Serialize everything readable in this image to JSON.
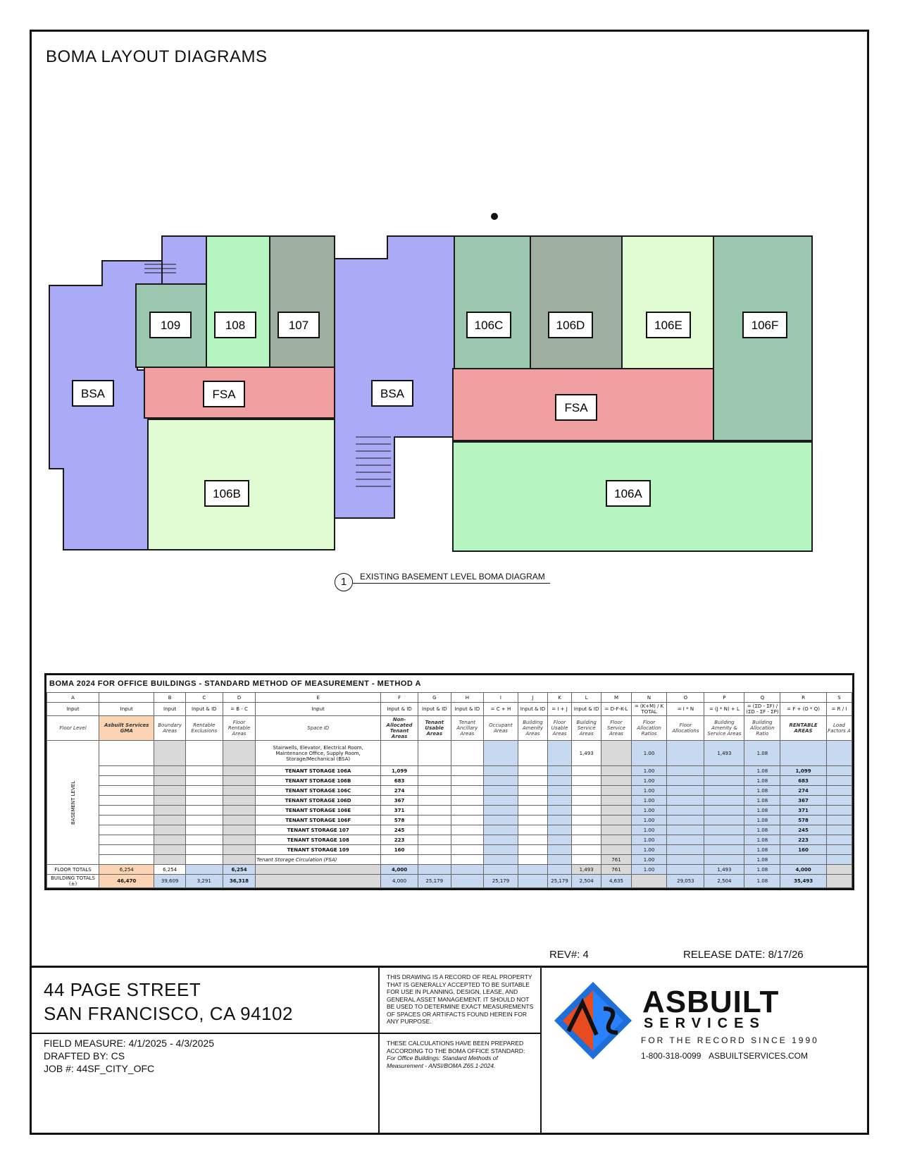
{
  "page_title": "BOMA LAYOUT DIAGRAMS",
  "plan": {
    "rooms": {
      "r109": "109",
      "r108": "108",
      "r107": "107",
      "r106c": "106C",
      "r106d": "106D",
      "r106e": "106E",
      "r106f": "106F",
      "r106b": "106B",
      "r106a": "106A",
      "bsa_left": "BSA",
      "bsa_mid": "BSA",
      "fsa_left": "FSA",
      "fsa_right": "FSA"
    },
    "caption_number": "1",
    "caption_text": "EXISTING BASEMENT LEVEL BOMA DIAGRAM",
    "colors": {
      "bsa": "#aaaaf6",
      "fsa": "#f0a0a0",
      "dark_green": "#9ac7ad",
      "grey_green": "#9faf9f",
      "light_green": "#b6f5c2",
      "pale_green": "#e1fbd3"
    }
  },
  "table": {
    "title": "BOMA 2024 FOR OFFICE BUILDINGS - STANDARD METHOD OF MEASUREMENT - METHOD A",
    "letters": [
      "A",
      "",
      "B",
      "C",
      "D",
      "E",
      "F",
      "G",
      "H",
      "I",
      "J",
      "K",
      "L",
      "M",
      "N",
      "O",
      "P",
      "Q",
      "R",
      "S"
    ],
    "formulas": [
      "Input",
      "Input",
      "Input",
      "Input & ID",
      "= B - C",
      "Input",
      "Input & ID",
      "Input & ID",
      "Input & ID",
      "= C + H",
      "Input & ID",
      "= I + J",
      "Input & ID",
      "= D-F-K-L",
      "= (K+M) / K TOTAL",
      "= I * N",
      "= (J * N) + L",
      "= (ΣD - ΣF) / (ΣD - ΣF - ΣP)",
      "= F + (O * Q)",
      "= R / I"
    ],
    "labels": [
      "Floor Level",
      "Asbuilt Services GMA",
      "Boundary Areas",
      "Rentable Exclusions",
      "Floor Rentable Areas",
      "Space ID",
      "Non-Allocated Tenant Areas",
      "Tenant Usable Areas",
      "Tenant Ancillary Areas",
      "Occupant Areas",
      "Building Amenity Areas",
      "Floor Usable Areas",
      "Building Service Areas",
      "Floor Service Areas",
      "Floor Allocation Ratios",
      "Floor Allocations",
      "Building Amenity & Service Areas",
      "Building Allocation Ratio",
      "RENTABLE AREAS",
      "Load Factors A"
    ],
    "level_label": "BASEMENT LEVEL",
    "first_row": {
      "space": "Stairwells, Elevator, Electrical Room, Maintenance Office, Supply Room, Storage/Mechanical (BSA)",
      "L": "1,493",
      "N": "1.00",
      "P": "1,493",
      "Q": "1.08"
    },
    "tenant_rows": [
      {
        "space": "TENANT STORAGE 106A",
        "F": "1,099",
        "N": "1.00",
        "Q": "1.08",
        "R": "1,099"
      },
      {
        "space": "TENANT STORAGE 106B",
        "F": "683",
        "N": "1.00",
        "Q": "1.08",
        "R": "683"
      },
      {
        "space": "TENANT STORAGE 106C",
        "F": "274",
        "N": "1.00",
        "Q": "1.08",
        "R": "274"
      },
      {
        "space": "TENANT STORAGE 106D",
        "F": "367",
        "N": "1.00",
        "Q": "1.08",
        "R": "367"
      },
      {
        "space": "TENANT STORAGE 106E",
        "F": "371",
        "N": "1.00",
        "Q": "1.08",
        "R": "371"
      },
      {
        "space": "TENANT STORAGE 106F",
        "F": "578",
        "N": "1.00",
        "Q": "1.08",
        "R": "578"
      },
      {
        "space": "TENANT STORAGE 107",
        "F": "245",
        "N": "1.00",
        "Q": "1.08",
        "R": "245"
      },
      {
        "space": "TENANT STORAGE 108",
        "F": "223",
        "N": "1.00",
        "Q": "1.08",
        "R": "223"
      },
      {
        "space": "TENANT STORAGE 109",
        "F": "160",
        "N": "1.00",
        "Q": "1.08",
        "R": "160"
      }
    ],
    "circ_row": {
      "space": "Tenant Storage Circulation (FSA)",
      "M": "761",
      "N": "1.00",
      "Q": "1.08"
    },
    "floor_totals": {
      "label": "FLOOR TOTALS",
      "A2": "6,254",
      "B": "6,254",
      "D": "6,254",
      "F": "4,000",
      "L": "1,493",
      "M": "761",
      "N": "1.00",
      "P": "1,493",
      "Q": "1.08",
      "R": "4,000"
    },
    "building_totals": {
      "label": "BUILDING TOTALS (±)",
      "A2": "46,470",
      "B": "39,609",
      "C": "3,291",
      "D": "36,318",
      "F": "4,000",
      "G": "25,179",
      "I": "25,179",
      "K": "25,179",
      "L": "2,504",
      "M": "4,635",
      "O": "29,053",
      "P": "2,504",
      "Q": "1.08",
      "R": "35,493"
    }
  },
  "rev": "REV#:  4",
  "release": "RELEASE DATE:  8/17/26",
  "address_line1": "44 PAGE STREET",
  "address_line2": "SAN FRANCISCO, CA  94102",
  "field_measure": "FIELD MEASURE:  4/1/2025 - 4/3/2025",
  "drafted_by": "DRAFTED BY:  CS",
  "job": "JOB #:  44SF_CITY_OFC",
  "disclaimer1": "THIS DRAWING IS A RECORD OF REAL PROPERTY THAT IS GENERALLY ACCEPTED TO BE SUITABLE FOR USE IN PLANNING, DESIGN, LEASE, AND GENERAL ASSET MANAGEMENT. IT SHOULD NOT BE USED TO DETERMINE EXACT MEASUREMENTS OF SPACES OR ARTIFACTS FOUND HEREIN FOR ANY PURPOSE.",
  "disclaimer2": "THESE CALCULATIONS HAVE BEEN PREPARED ACCORDING TO THE BOMA OFFICE STANDARD:",
  "disclaimer2_italic": "For Office Buildings: Standard Methods of Measurement - ANSI/BOMA Z65.1-2024.",
  "brand_name": "ASBUILT",
  "brand_sub": "SERVICES",
  "tagline": "FOR THE RECORD SINCE 1990",
  "phone": "1-800-318-0099",
  "website": "ASBUILTSERVICES.COM"
}
